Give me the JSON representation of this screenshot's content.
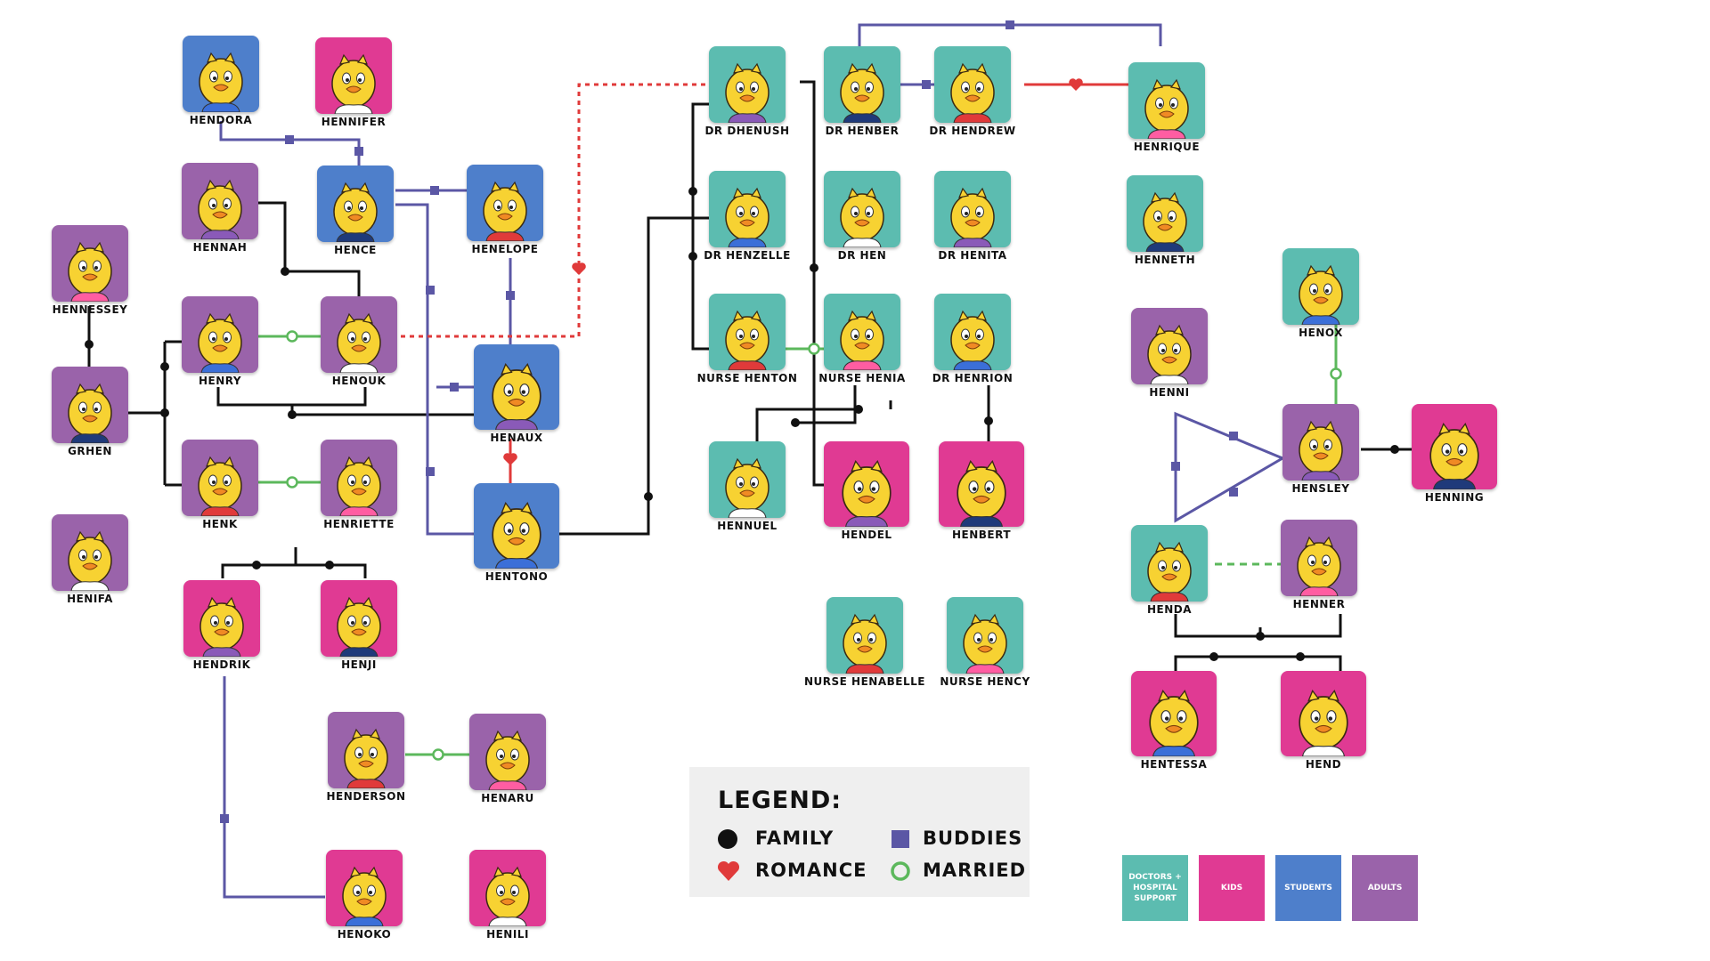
{
  "nodes": [
    {
      "id": "hendora",
      "label": "HENDORA",
      "cat": "student"
    },
    {
      "id": "hennifer",
      "label": "HENNIFER",
      "cat": "kid"
    },
    {
      "id": "hennah",
      "label": "HENNAH",
      "cat": "adult"
    },
    {
      "id": "hence",
      "label": "HENCE",
      "cat": "student"
    },
    {
      "id": "henelope",
      "label": "HENELOPE",
      "cat": "student"
    },
    {
      "id": "hennessey",
      "label": "HENNESSEY",
      "cat": "adult"
    },
    {
      "id": "henry",
      "label": "HENRY",
      "cat": "adult"
    },
    {
      "id": "henouk",
      "label": "HENOUK",
      "cat": "adult"
    },
    {
      "id": "henaux",
      "label": "HENAUX",
      "cat": "student"
    },
    {
      "id": "grhen",
      "label": "GRHEN",
      "cat": "adult"
    },
    {
      "id": "henk",
      "label": "HENK",
      "cat": "adult"
    },
    {
      "id": "henriette",
      "label": "HENRIETTE",
      "cat": "adult"
    },
    {
      "id": "hentono",
      "label": "HENTONO",
      "cat": "student"
    },
    {
      "id": "henifa",
      "label": "HENIFA",
      "cat": "adult"
    },
    {
      "id": "hendrik",
      "label": "HENDRIK",
      "cat": "kid"
    },
    {
      "id": "henji",
      "label": "HENJI",
      "cat": "kid"
    },
    {
      "id": "henderson",
      "label": "HENDERSON",
      "cat": "adult"
    },
    {
      "id": "henaru",
      "label": "HENARU",
      "cat": "adult"
    },
    {
      "id": "henoko",
      "label": "HENOKO",
      "cat": "kid"
    },
    {
      "id": "henili",
      "label": "HENILI",
      "cat": "kid"
    },
    {
      "id": "drdhenush",
      "label": "DR DHENUSH",
      "cat": "doctor"
    },
    {
      "id": "drhenber",
      "label": "DR HENBER",
      "cat": "doctor"
    },
    {
      "id": "drhendrew",
      "label": "DR HENDREW",
      "cat": "doctor"
    },
    {
      "id": "henrique",
      "label": "HENRIQUE",
      "cat": "doctor"
    },
    {
      "id": "drhenzelle",
      "label": "DR HENZELLE",
      "cat": "doctor"
    },
    {
      "id": "drhen",
      "label": "DR HEN",
      "cat": "doctor"
    },
    {
      "id": "drhenita",
      "label": "DR HENITA",
      "cat": "doctor"
    },
    {
      "id": "henneth",
      "label": "HENNETH",
      "cat": "doctor"
    },
    {
      "id": "nursehenton",
      "label": "NURSE HENTON",
      "cat": "doctor"
    },
    {
      "id": "nursehenia",
      "label": "NURSE HENIA",
      "cat": "doctor"
    },
    {
      "id": "drhenrion",
      "label": "DR HENRION",
      "cat": "doctor"
    },
    {
      "id": "hennuel",
      "label": "HENNUEL",
      "cat": "doctor"
    },
    {
      "id": "hendel",
      "label": "HENDEL",
      "cat": "kid"
    },
    {
      "id": "henbert",
      "label": "HENBERT",
      "cat": "kid"
    },
    {
      "id": "nursehenabelle",
      "label": "NURSE HENABELLE",
      "cat": "doctor"
    },
    {
      "id": "nursehency",
      "label": "NURSE HENCY",
      "cat": "doctor"
    },
    {
      "id": "henox",
      "label": "HENOX",
      "cat": "doctor"
    },
    {
      "id": "henni",
      "label": "HENNI",
      "cat": "adult"
    },
    {
      "id": "hensley",
      "label": "HENSLEY",
      "cat": "adult"
    },
    {
      "id": "henning",
      "label": "HENNING",
      "cat": "kid"
    },
    {
      "id": "henda",
      "label": "HENDA",
      "cat": "doctor"
    },
    {
      "id": "henner",
      "label": "HENNER",
      "cat": "adult"
    },
    {
      "id": "hentessa",
      "label": "HENTESSA",
      "cat": "kid"
    },
    {
      "id": "hend",
      "label": "HEND",
      "cat": "kid"
    }
  ],
  "legend": {
    "title": "LEGEND:",
    "family": "FAMILY",
    "romance": "ROMANCE",
    "buddies": "BUDDIES",
    "married": "MARRIED"
  },
  "key": {
    "doctors": "DOCTORS + HOSPITAL SUPPORT",
    "kids": "KIDS",
    "students": "STUDENTS",
    "adults": "ADULTS"
  },
  "colors": {
    "doctor": "#5cbcb0",
    "kid": "#e03a93",
    "student": "#4e7fcb",
    "adult": "#9a63aa",
    "family": "#111111",
    "buddies": "#5b57a5",
    "married": "#5cb85c",
    "romance": "#e03a3a"
  }
}
